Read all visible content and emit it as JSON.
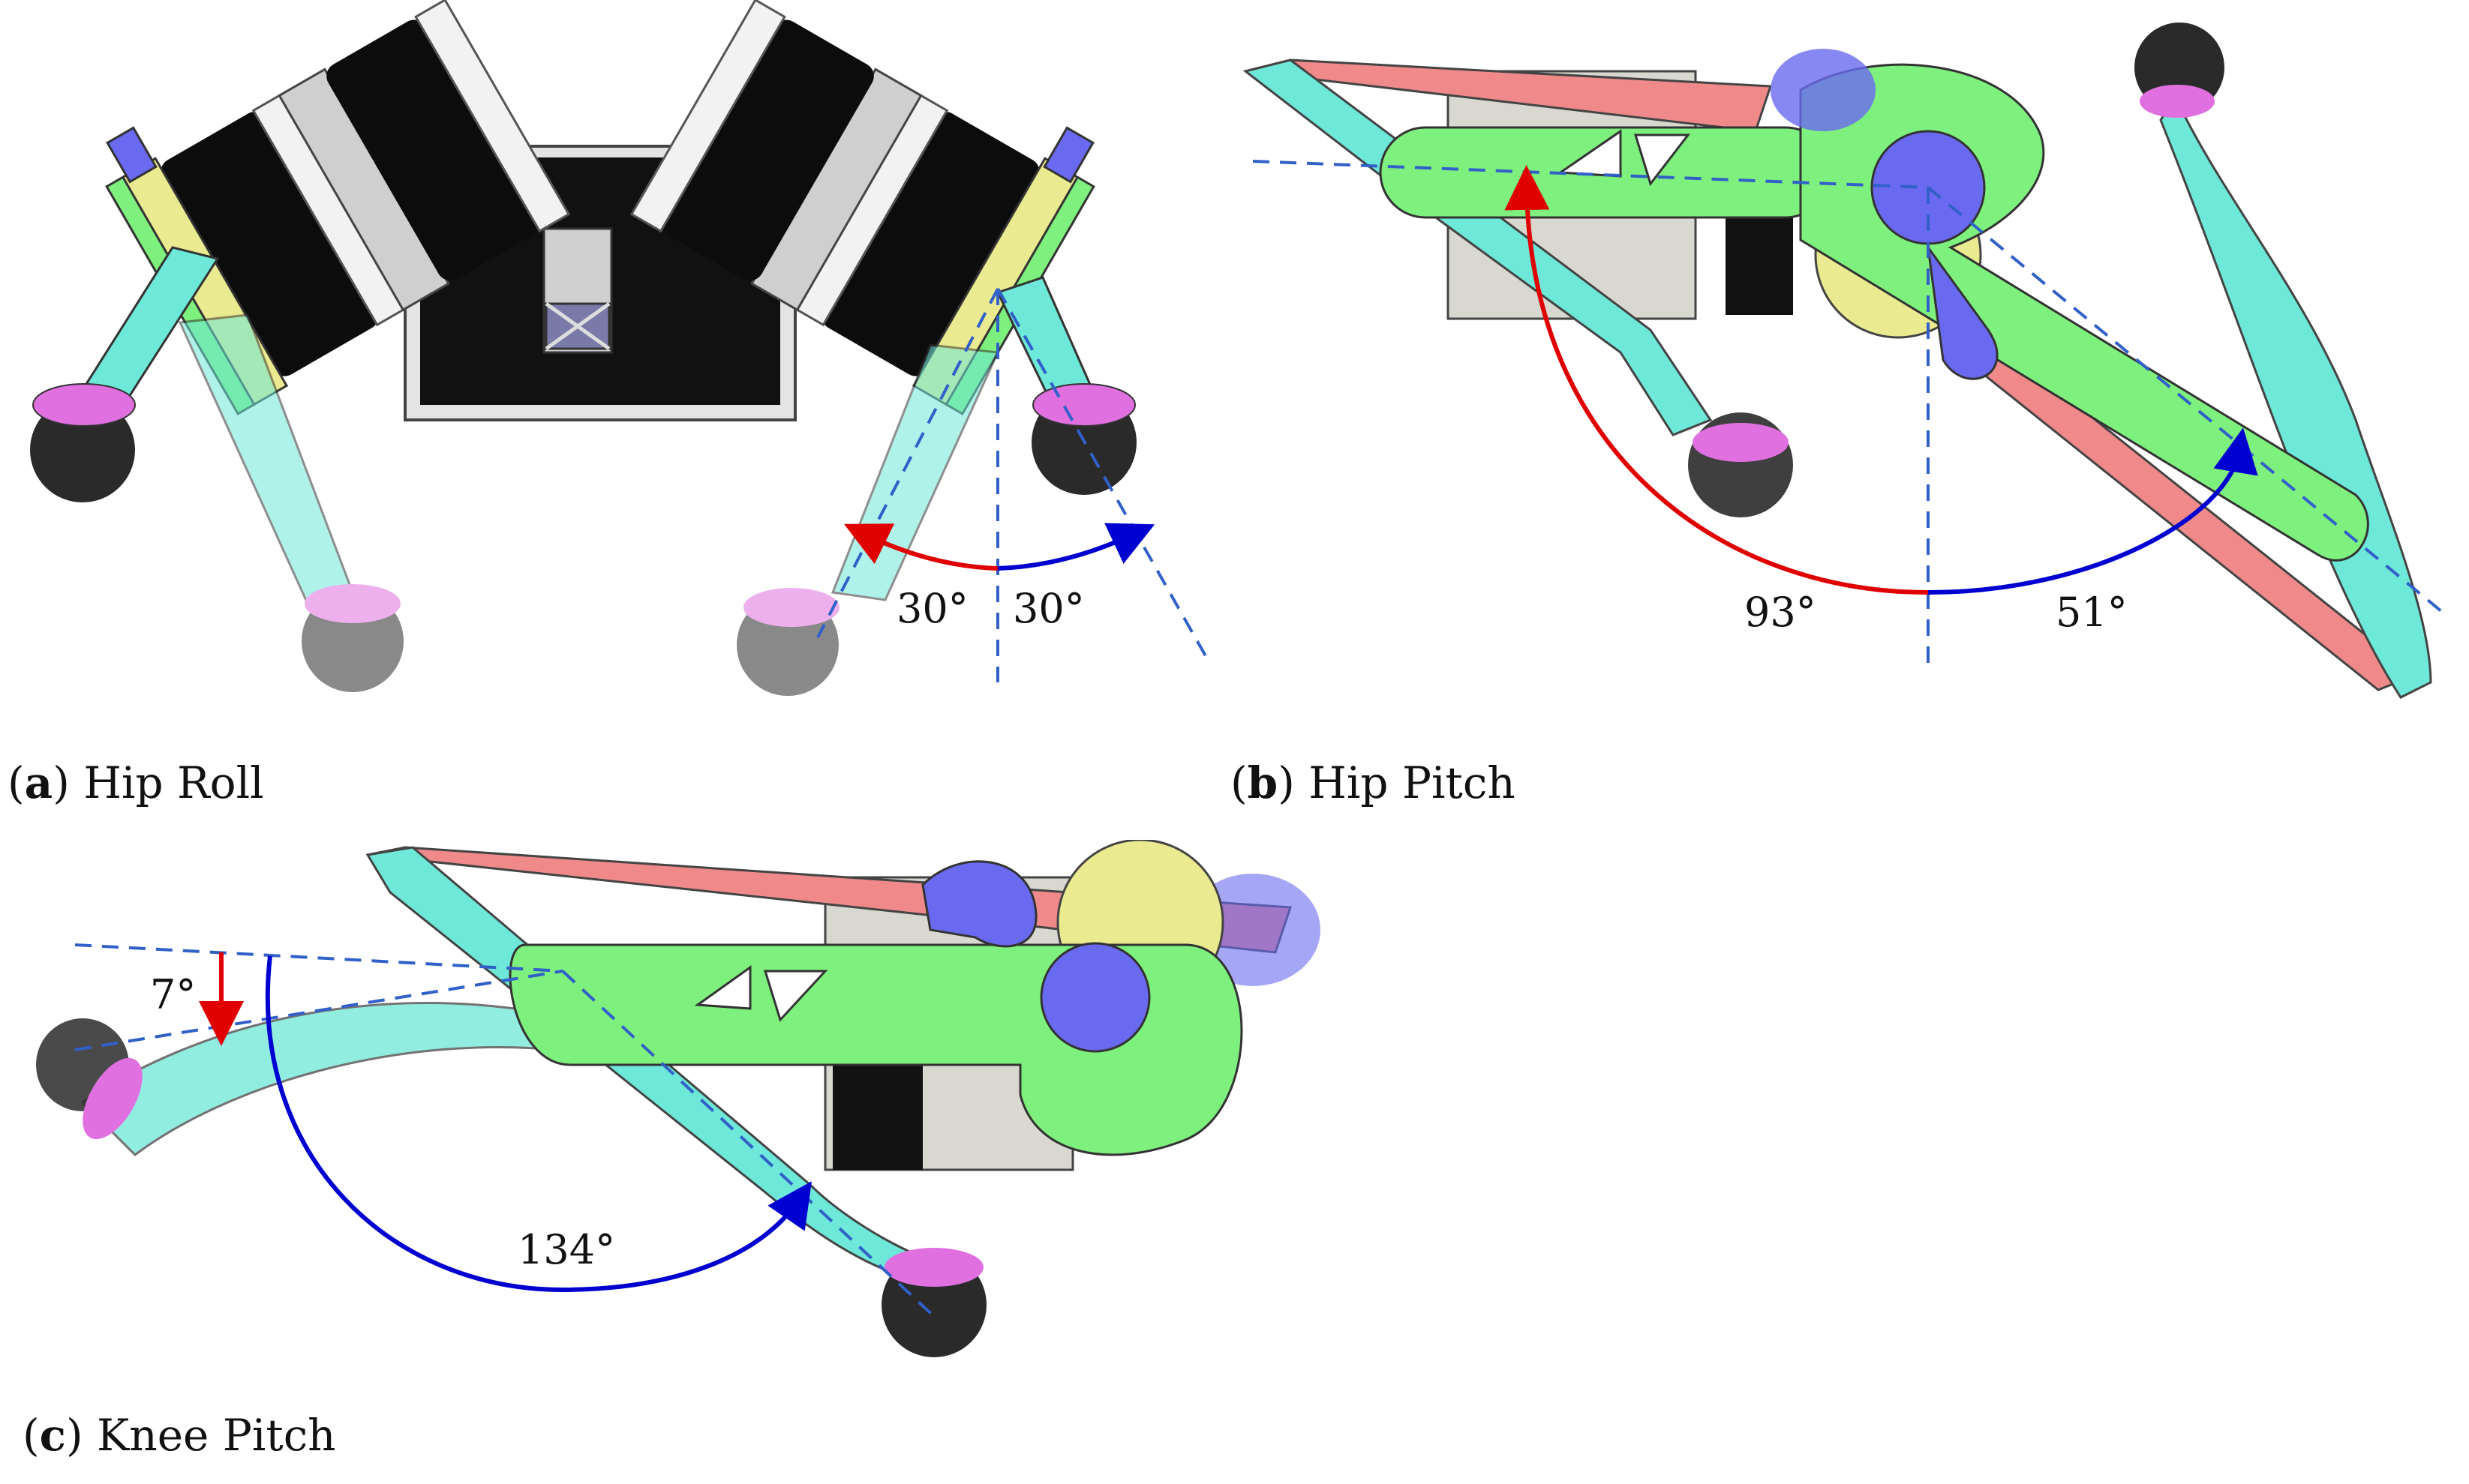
{
  "panels": {
    "a": {
      "letter": "a",
      "caption": "Hip Roll",
      "angles": {
        "left": "30°",
        "right": "30°"
      }
    },
    "b": {
      "letter": "b",
      "caption": "Hip Pitch",
      "angles": {
        "left": "93°",
        "right": "51°"
      }
    },
    "c": {
      "letter": "c",
      "caption": "Knee Pitch",
      "angles": {
        "small": "7°",
        "large": "134°"
      }
    }
  },
  "colors": {
    "thigh_green": "#7ef07e",
    "shank_cyan": "#6ee8d8",
    "link_red": "#f08a8a",
    "motor_blue": "#6a6af0",
    "foot_pink": "#e070e0",
    "foot_black": "#2a2a2a",
    "bracket_yellow": "#eaea90",
    "housing_gray": "#d8d8d0",
    "arc_red": "#e00000",
    "arc_blue": "#0000d0",
    "guide_dash": "#3060c8"
  }
}
